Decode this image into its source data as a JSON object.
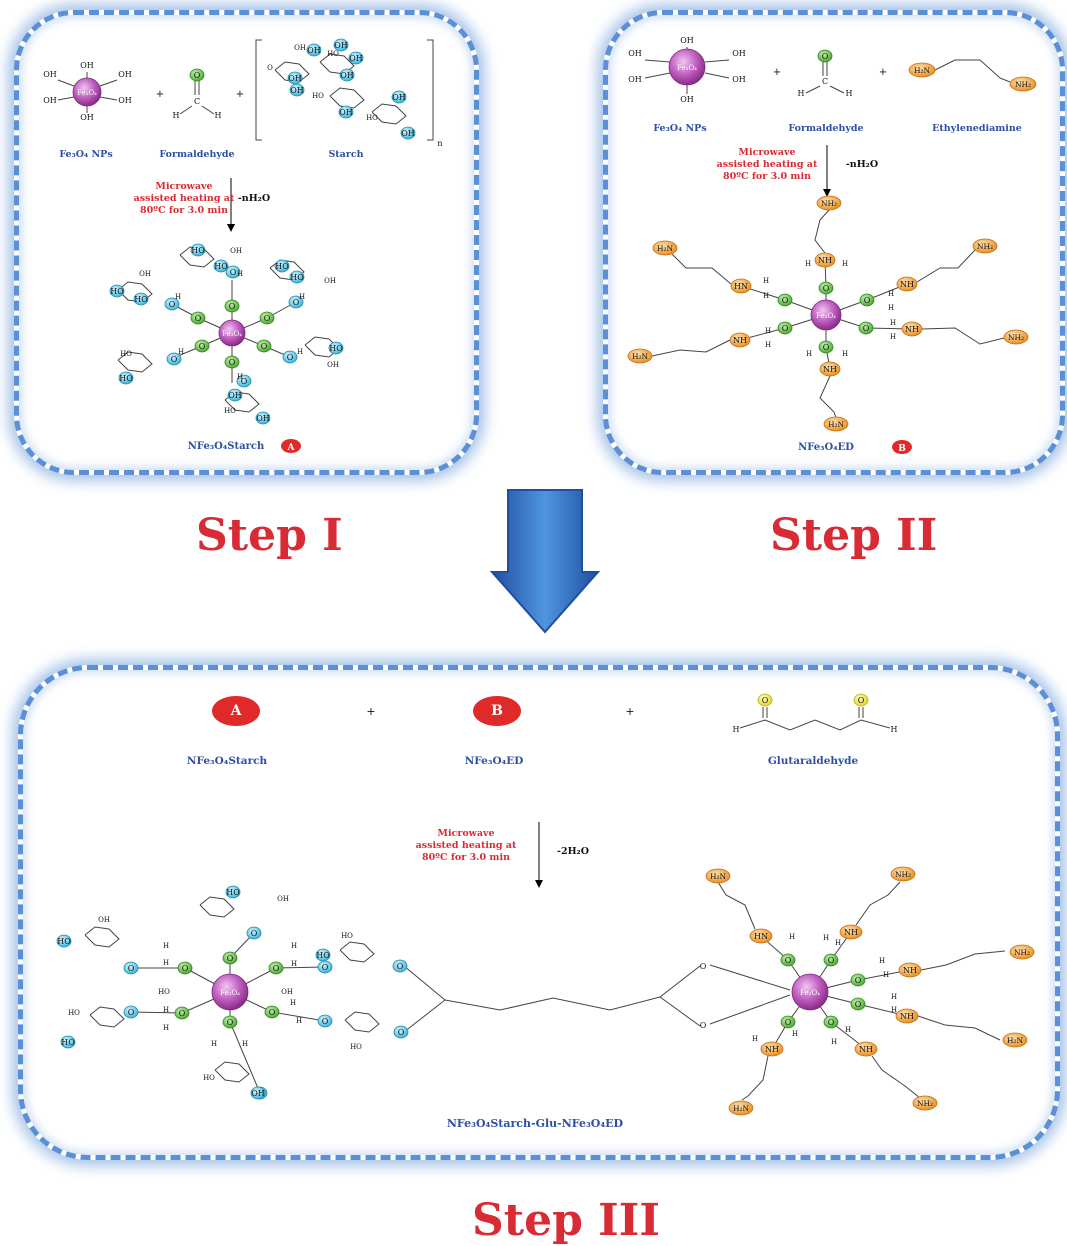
{
  "step1": {
    "title": "Step I",
    "reactants": [
      "Fe3O4 NPs",
      "Formaldehyde",
      "Starch"
    ],
    "condition_lines": [
      "Microwave",
      "assisted heating at",
      "80ºC for 3.0 min"
    ],
    "byproduct": "-nH2O",
    "product": "NFe3O4Starch",
    "product_badge": "A",
    "core_label": "Fe3O4"
  },
  "step2": {
    "title": "Step II",
    "reactants": [
      "Fe3O4 NPs",
      "Formaldehyde",
      "Ethylenediamine"
    ],
    "condition_lines": [
      "Microwave",
      "assisted heating at",
      "80ºC for 3.0 min"
    ],
    "byproduct": "-nH2O",
    "product": "NFe3O4ED",
    "product_badge": "B",
    "core_label": "Fe3O4"
  },
  "step3": {
    "title": "Step III",
    "reactants": [
      "NFe3O4Starch",
      "NFe3O4ED",
      "Glutaraldehyde"
    ],
    "reactant_badges": [
      "A",
      "B"
    ],
    "condition_lines": [
      "Microwave",
      "assisted heating at",
      "80ºC for 3.0 min"
    ],
    "byproduct": "-2H2O",
    "product": "NFe3O4Starch-Glu-NFe3O4ED",
    "core_label": "Fe3O4"
  },
  "atoms": {
    "oh": "OH",
    "ho": "HO",
    "o": "O",
    "h": "H",
    "c": "C",
    "nh": "NH",
    "hn": "HN",
    "nh2": "NH2",
    "h2n": "H2N",
    "plus": "+",
    "n": "n"
  },
  "colors": {
    "title_red": "#d92b35",
    "label_blue": "#2f4fa3",
    "panel_border": "#5b8fd6",
    "core_magenta": "#c060c0",
    "oxygen_green": "#5cbf3a",
    "hydroxyl_cyan": "#48c6e6",
    "amine_orange": "#f3a23a",
    "aldehyde_yellow": "#f2ef3a",
    "badge_red": "#e02a2a",
    "arrow_blue": "#2f6fc4"
  }
}
